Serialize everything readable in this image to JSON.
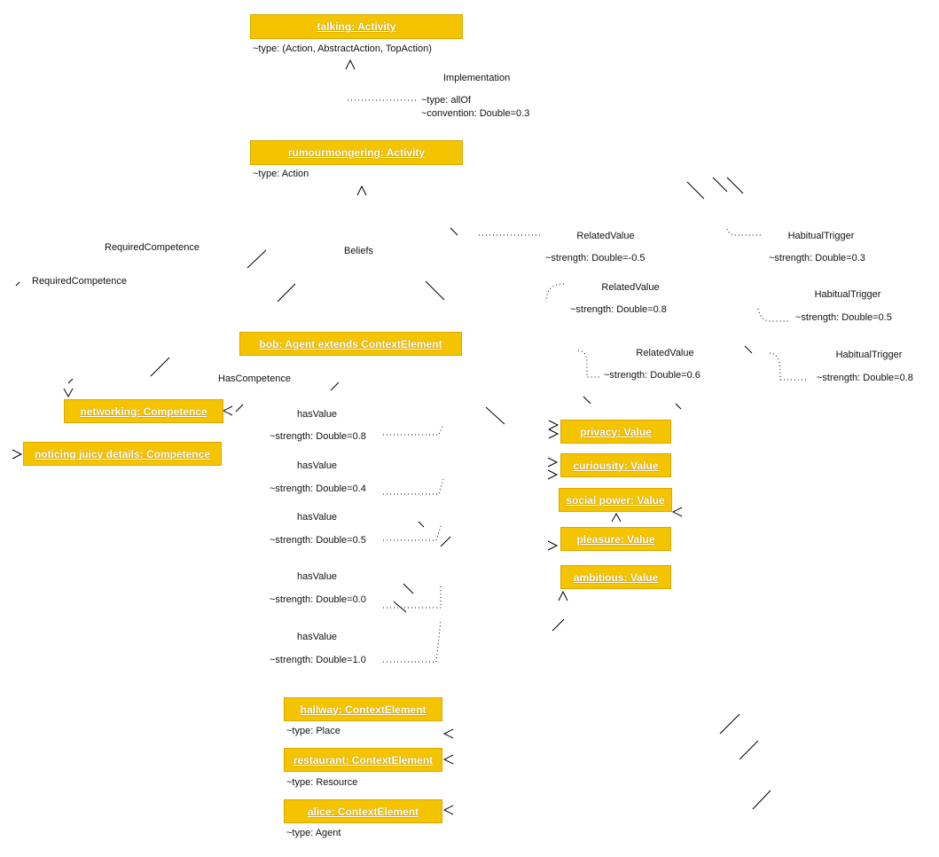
{
  "nodes": {
    "talking": "talking: Activity",
    "rumourmongering": "rumourmongering: Activity",
    "bob": "bob: Agent extends ContextElement",
    "networking": "networking: Competence",
    "noticing": "noticing juicy details: Competence",
    "privacy": "privacy: Value",
    "curiousity": "curiousity: Value",
    "social_power": "social power: Value",
    "pleasure": "pleasure: Value",
    "ambitious": "ambitious: Value",
    "hallway": "hallway: ContextElement",
    "restaurant": "restaurant: ContextElement",
    "alice": "alice: ContextElement"
  },
  "attributes": {
    "talking_type": "~type: (Action, AbstractAction,  TopAction)",
    "rumour_type": "~type: Action",
    "impl_type": "~type: allOf",
    "impl_convention": "~convention: Double=0.3",
    "hallway_type": "~type: Place",
    "restaurant_type": "~type: Resource",
    "alice_type": "~type: Agent"
  },
  "edges": {
    "implementation": "Implementation",
    "beliefs": "Beliefs",
    "required_competence_1": "RequiredCompetence",
    "required_competence_2": "RequiredCompetence",
    "has_competence": "HasCompetence",
    "related_value_1": {
      "label": "RelatedValue",
      "strength": "~strength: Double=-0.5"
    },
    "related_value_2": {
      "label": "RelatedValue",
      "strength": "~strength: Double=0.8"
    },
    "related_value_3": {
      "label": "RelatedValue",
      "strength": "~strength: Double=0.6"
    },
    "habitual_trigger_1": {
      "label": "HabitualTrigger",
      "strength": "~strength: Double=0.3"
    },
    "habitual_trigger_2": {
      "label": "HabitualTrigger",
      "strength": "~strength: Double=0.5"
    },
    "habitual_trigger_3": {
      "label": "HabitualTrigger",
      "strength": "~strength: Double=0.8"
    },
    "has_value": [
      {
        "label": "hasValue",
        "strength": "~strength: Double=0.8"
      },
      {
        "label": "hasValue",
        "strength": "~strength: Double=0.4"
      },
      {
        "label": "hasValue",
        "strength": "~strength: Double=0.5"
      },
      {
        "label": "hasValue",
        "strength": "~strength: Double=0.0"
      },
      {
        "label": "hasValue",
        "strength": "~strength: Double=1.0"
      }
    ]
  },
  "colors": {
    "node_fill": "#f5c400",
    "node_border": "#d9a800",
    "node_text": "#ffffff",
    "edge": "#000000"
  }
}
